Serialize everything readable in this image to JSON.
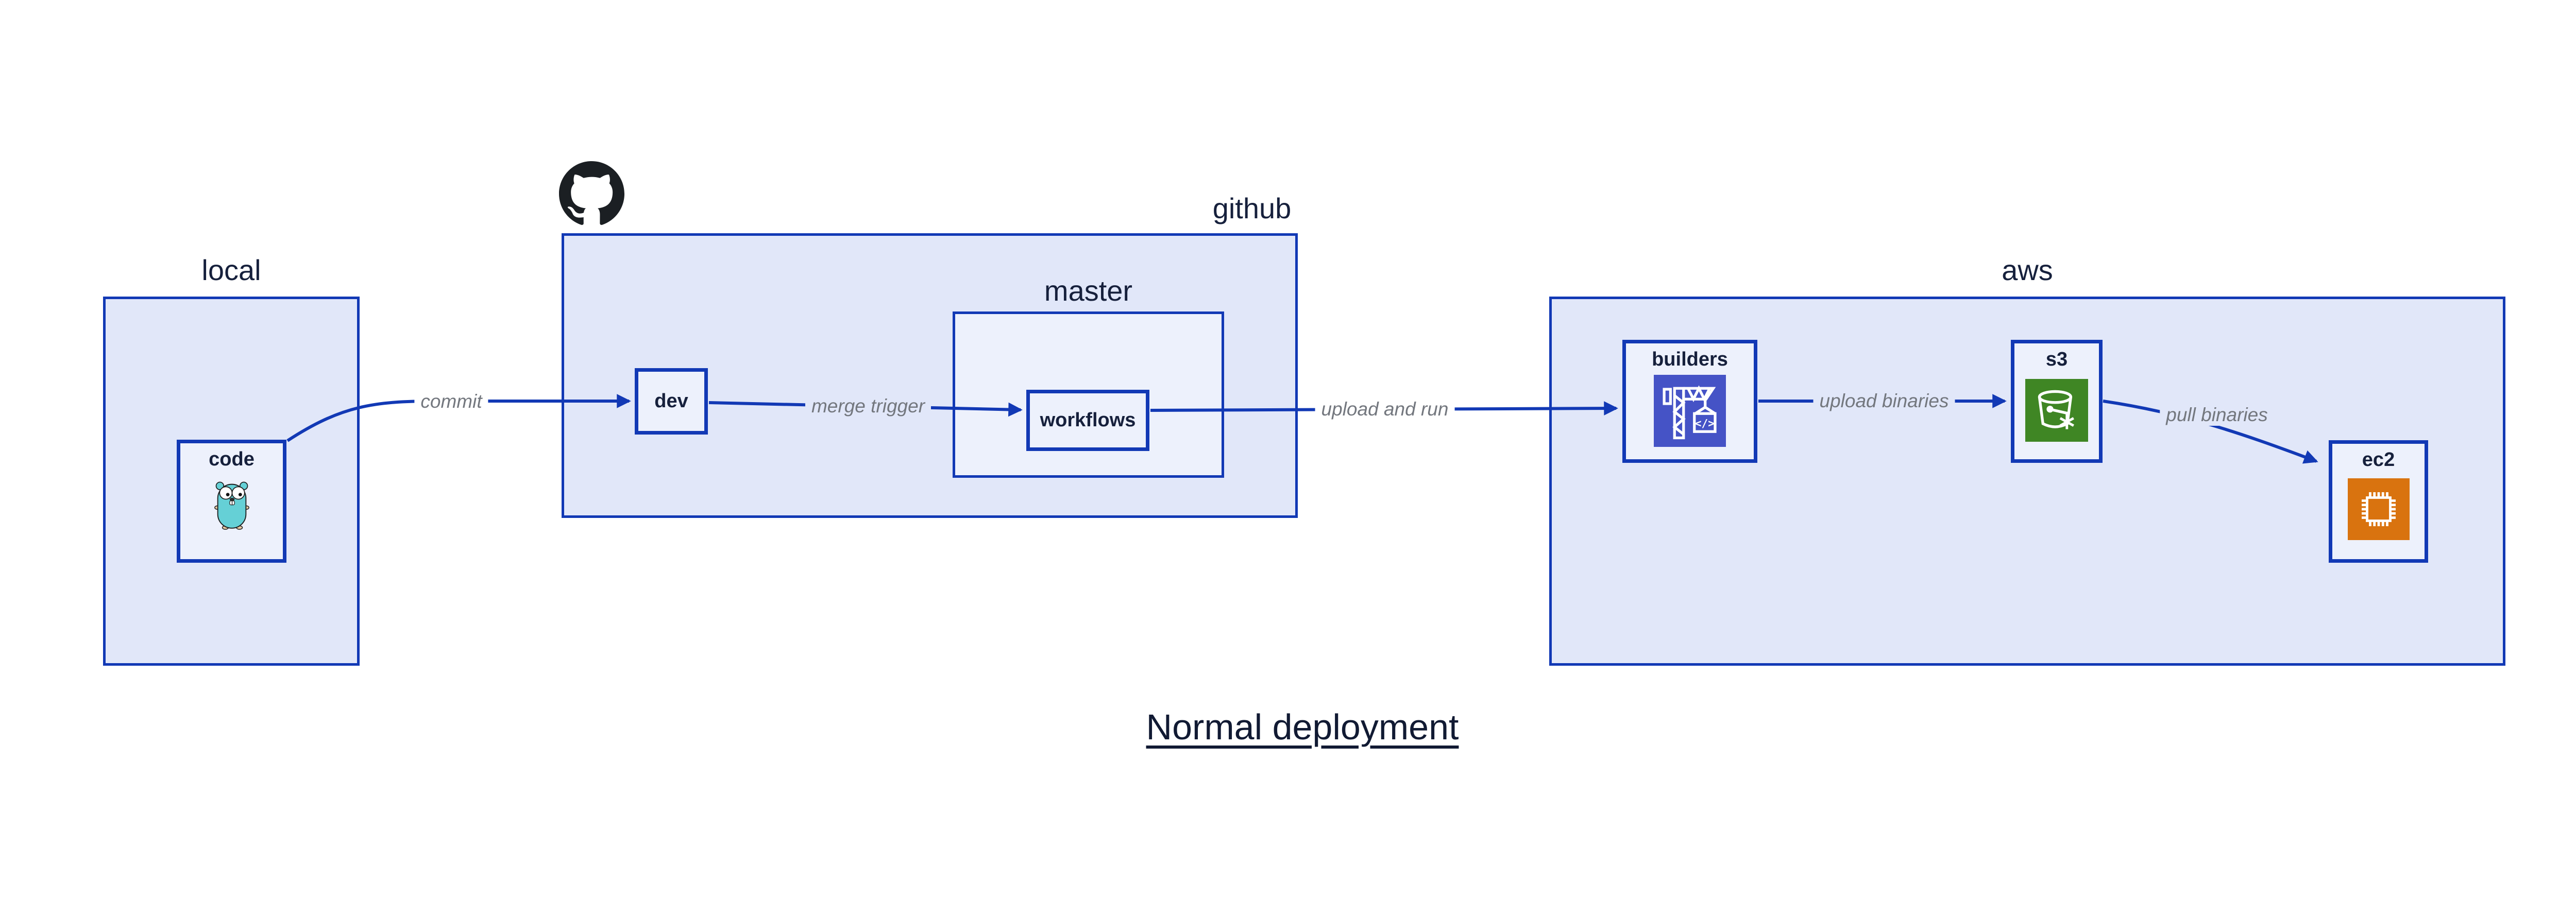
{
  "title": {
    "text": "Normal deployment"
  },
  "containers": {
    "local": {
      "label": "local"
    },
    "github": {
      "label": "github"
    },
    "master": {
      "label": "master"
    },
    "aws": {
      "label": "aws"
    }
  },
  "nodes": {
    "code": {
      "label": "code",
      "icon": "go-gopher-icon"
    },
    "dev": {
      "label": "dev"
    },
    "workflows": {
      "label": "workflows"
    },
    "builders": {
      "label": "builders",
      "icon": "codebuild-crane-icon"
    },
    "s3": {
      "label": "s3",
      "icon": "s3-bucket-icon"
    },
    "ec2": {
      "label": "ec2",
      "icon": "ec2-chip-icon"
    }
  },
  "edges": {
    "commit": {
      "label": "commit"
    },
    "merge_trigger": {
      "label": "merge trigger"
    },
    "upload_and_run": {
      "label": "upload and run"
    },
    "upload_binaries": {
      "label": "upload binaries"
    },
    "pull_binaries": {
      "label": "pull binaries"
    }
  },
  "icons": {
    "codebuild_text": "</>"
  },
  "colors": {
    "stroke_blue": "#1239b5",
    "container_fill": "#e1e7f9",
    "node_fill": "#edf1fc",
    "edge_label_gray": "#73777e",
    "text_dark": "#16203c",
    "codebuild_indigo": "#4553c6",
    "s3_green": "#3f8624",
    "ec2_orange": "#d9730f",
    "github_black": "#1b1f23",
    "gopher_teal": "#65d0d6"
  }
}
